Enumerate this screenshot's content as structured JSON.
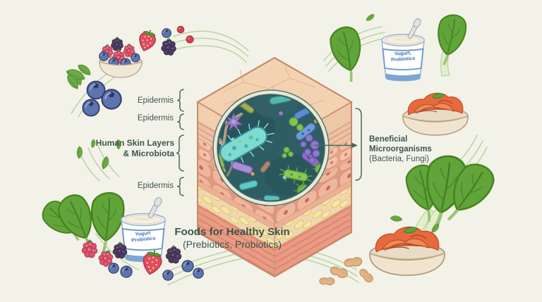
{
  "palette": {
    "background": "#f3f2e9",
    "label_text": "#3c564d",
    "annotation_line": "#47695e",
    "flow_line": "#b9d4a4",
    "lens_background": "#2e5d64",
    "lens_ring": "#eae8d6",
    "skin_surface": "#f2cfae",
    "skin_cell": "#f3c2a7",
    "skin_fat": "#f7e7a4",
    "skin_muscle": "#ea9b84",
    "yogurt_label_blue": "#3a6cae"
  },
  "labels": {
    "epidermis_1": "Epidermis",
    "epidermis_2": "Epidermis",
    "epidermis_3": "Epidermis",
    "skin_layers": {
      "line1": "Human Skin Layers",
      "line2": "& Microbiota"
    },
    "beneficial": {
      "line1": "Beneficial",
      "line2": "Microorganisms",
      "line3": "(Bacteria, Fungi)"
    },
    "foods": {
      "line1": "Foods for Healthy Skin",
      "line2": "(Prebiotics, Probiotics)"
    }
  },
  "products": {
    "yogurt_left": {
      "line1": "Yogurt",
      "line2": "Probiotics"
    },
    "yogurt_right": {
      "line1": "Yogurt,",
      "line2": "Probiotics"
    }
  },
  "icons": [
    "berry-bowl-icon",
    "strawberry-icon",
    "blueberry-icon",
    "blackberry-icon",
    "raspberry-icon",
    "red-currant-icon",
    "spinach-leaves-icon",
    "yogurt-cup-icon",
    "kimchi-bowl-icon",
    "bok-choy-icon",
    "peanuts-icon",
    "leaf-icon",
    "skin-cube-illustration",
    "microbe-lens-icon",
    "flow-lines"
  ]
}
